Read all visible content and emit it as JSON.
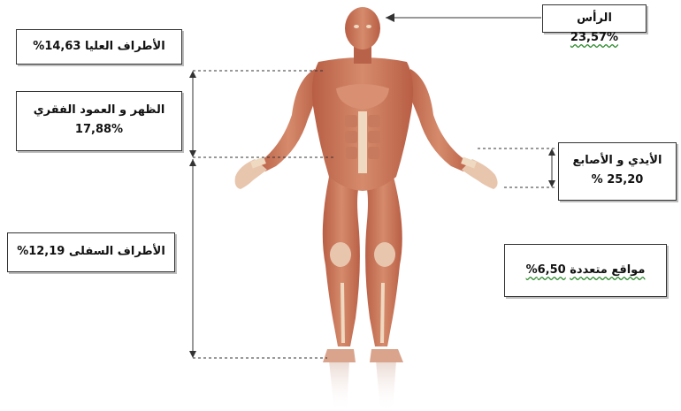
{
  "labels": {
    "head": {
      "name": "الرأس",
      "value": "23,57%"
    },
    "upper_limbs": {
      "name": "الأطراف العليا",
      "value": "14,63%"
    },
    "back_spine": {
      "name": "الظهر و العمود الفقري",
      "value": "17,88%"
    },
    "hands_fingers": {
      "name": "الأيدي و الأصابع",
      "value": "25,20 %"
    },
    "lower_limbs": {
      "name": "الأطراف السفلى",
      "value": "12,19%"
    },
    "multiple_sites": {
      "name": "مواقع متعددة",
      "value": "6,50%"
    }
  },
  "colors": {
    "muscle": "#c9765a",
    "muscle_dark": "#a9553f",
    "tendon": "#efd9c0",
    "box_border": "#333333",
    "spell_underline": "#2e8b2e"
  }
}
